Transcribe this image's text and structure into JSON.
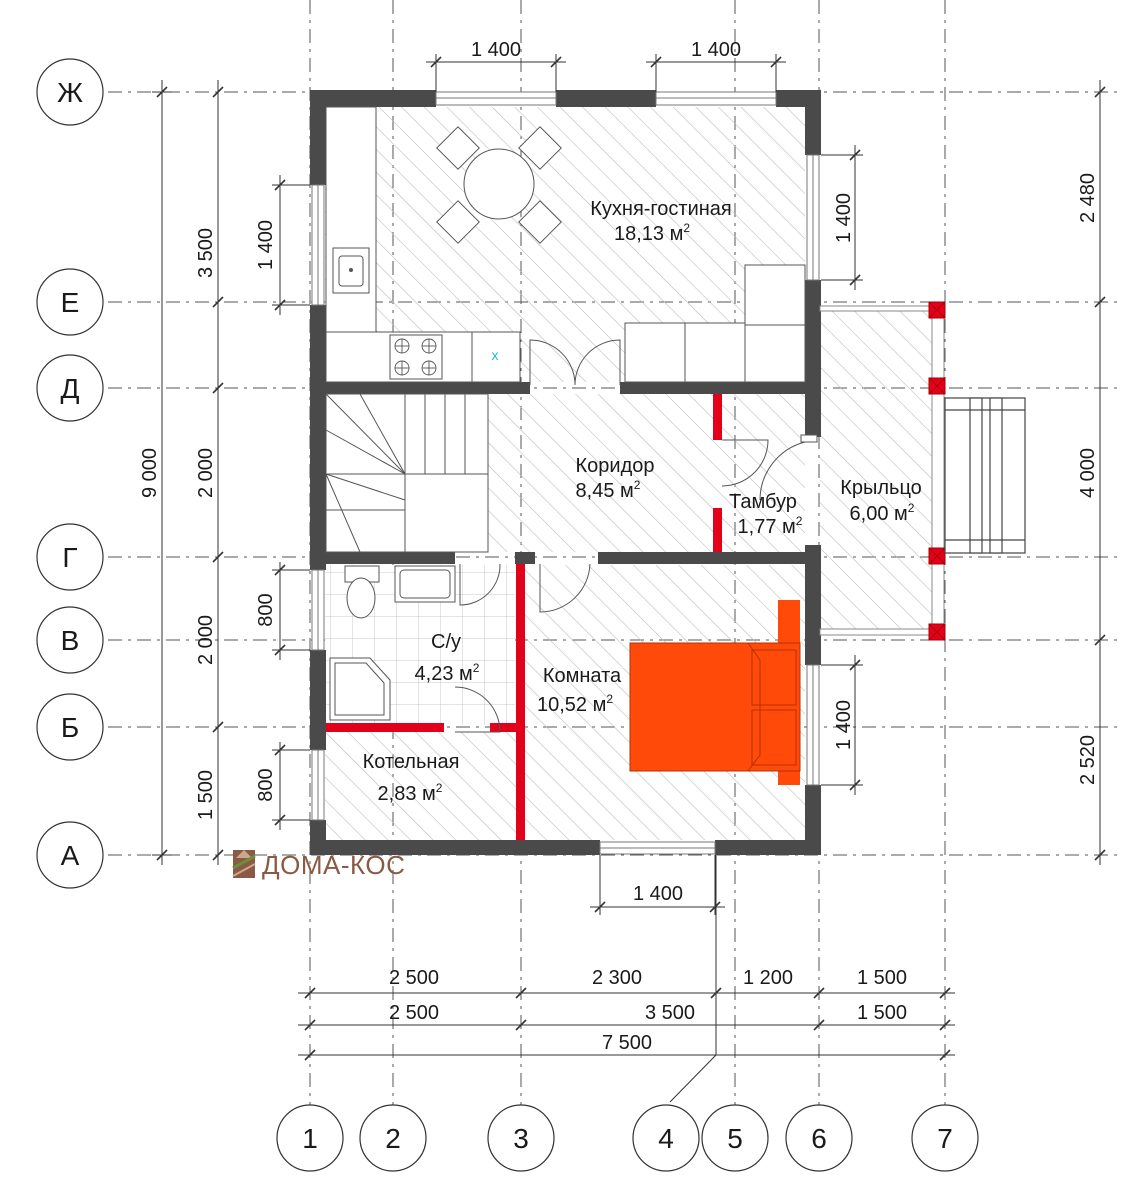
{
  "rooms": [
    {
      "name": "Кухня-гостиная",
      "area": "18,13 м",
      "sup": "2"
    },
    {
      "name": "Коридор",
      "area": "8,45 м",
      "sup": "2"
    },
    {
      "name": "Тамбур",
      "area": "1,77 м",
      "sup": "2"
    },
    {
      "name": "Крыльцо",
      "area": "6,00 м",
      "sup": "2"
    },
    {
      "name": "С/у",
      "area": "4,23 м",
      "sup": "2"
    },
    {
      "name": "Комната",
      "area": "10,52 м",
      "sup": "2"
    },
    {
      "name": "Котельная",
      "area": "2,83 м",
      "sup": "2"
    }
  ],
  "row_axes": [
    "Ж",
    "Е",
    "Д",
    "Г",
    "В",
    "Б",
    "А"
  ],
  "col_axes": [
    "1",
    "2",
    "3",
    "4",
    "5",
    "6",
    "7"
  ],
  "dims": {
    "window_top_left": "1 400",
    "window_top_right": "1 400",
    "window_bottom": "1 400",
    "window_left": "1 400",
    "window_right_top": "1 400",
    "window_right_bottom": "1 400",
    "left_total": "9 000",
    "left_seg_1": "3 500",
    "left_seg_2": "2 000",
    "left_seg_3": "2 000",
    "left_seg_4": "1 500",
    "small_left_1": "800",
    "small_left_2": "800",
    "right_seg_1": "2 480",
    "right_seg_2": "4 000",
    "right_seg_3": "2 520",
    "row1": [
      "2 500",
      "2 300",
      "1 200",
      "1 500"
    ],
    "row2": [
      "2 500",
      "3 500",
      "1 500"
    ],
    "row3": "7 500"
  },
  "appliance_mark": "x",
  "logo": "ДОМА-КОС",
  "colors": {
    "wall": "#4a4a4a",
    "partition_red": "#e3001b",
    "bed": "#ff4a0a",
    "hatch": "#b8b8b8",
    "accent_cyan": "#1fb7e6"
  }
}
